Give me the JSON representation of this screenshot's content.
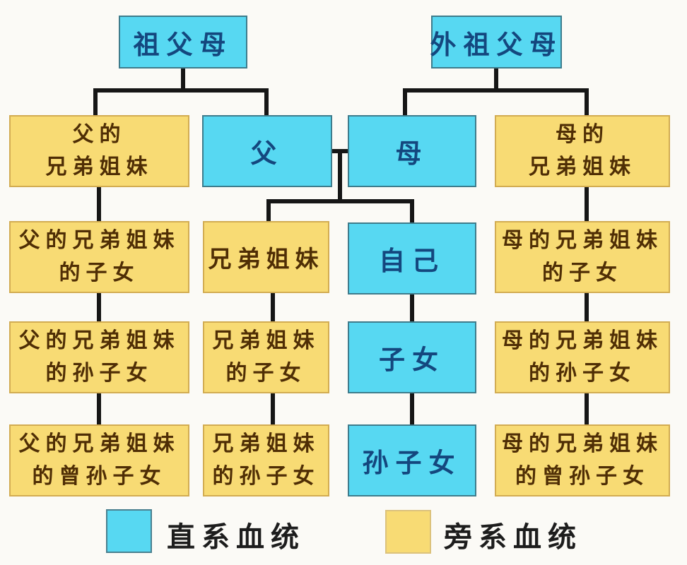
{
  "diagram": {
    "description_type": "chinese-kinship-family-tree"
  },
  "colors": {
    "direct-fill": "#57D8F2",
    "collateral-fill": "#F8DB74",
    "direct-text": "#14477e",
    "collateral-text": "#4f2e05",
    "line": "#161616",
    "bg": "#fbfaf6"
  },
  "nodes": {
    "grandparents_paternal": {
      "line1": "祖父母"
    },
    "grandparents_maternal": {
      "line1": "外祖父母"
    },
    "father_siblings": {
      "line1": "父的",
      "line2": "兄弟姐妹"
    },
    "father": {
      "line1": "父"
    },
    "mother": {
      "line1": "母"
    },
    "mother_siblings": {
      "line1": "母的",
      "line2": "兄弟姐妹"
    },
    "father_siblings_children": {
      "line1": "父的兄弟姐妹",
      "line2": "的子女"
    },
    "siblings": {
      "line1": "兄弟姐妹"
    },
    "self": {
      "line1": "自己"
    },
    "mother_siblings_children": {
      "line1": "母的兄弟姐妹",
      "line2": "的子女"
    },
    "father_siblings_grandchildren": {
      "line1": "父的兄弟姐妹",
      "line2": "的孙子女"
    },
    "siblings_children": {
      "line1": "兄弟姐妹",
      "line2": "的子女"
    },
    "children": {
      "line1": "子女"
    },
    "mother_siblings_grandchildren": {
      "line1": "母的兄弟姐妹",
      "line2": "的孙子女"
    },
    "father_siblings_greatgrandchildren": {
      "line1": "父的兄弟姐妹",
      "line2": "的曾孙子女"
    },
    "siblings_grandchildren": {
      "line1": "兄弟姐妹",
      "line2": "的孙子女"
    },
    "grandchildren": {
      "line1": "孙子女"
    },
    "mother_siblings_greatgrandchildren": {
      "line1": "母的兄弟姐妹",
      "line2": "的曾孙子女"
    }
  },
  "legend": {
    "direct_label": "直系血统",
    "collateral_label": "旁系血统"
  }
}
